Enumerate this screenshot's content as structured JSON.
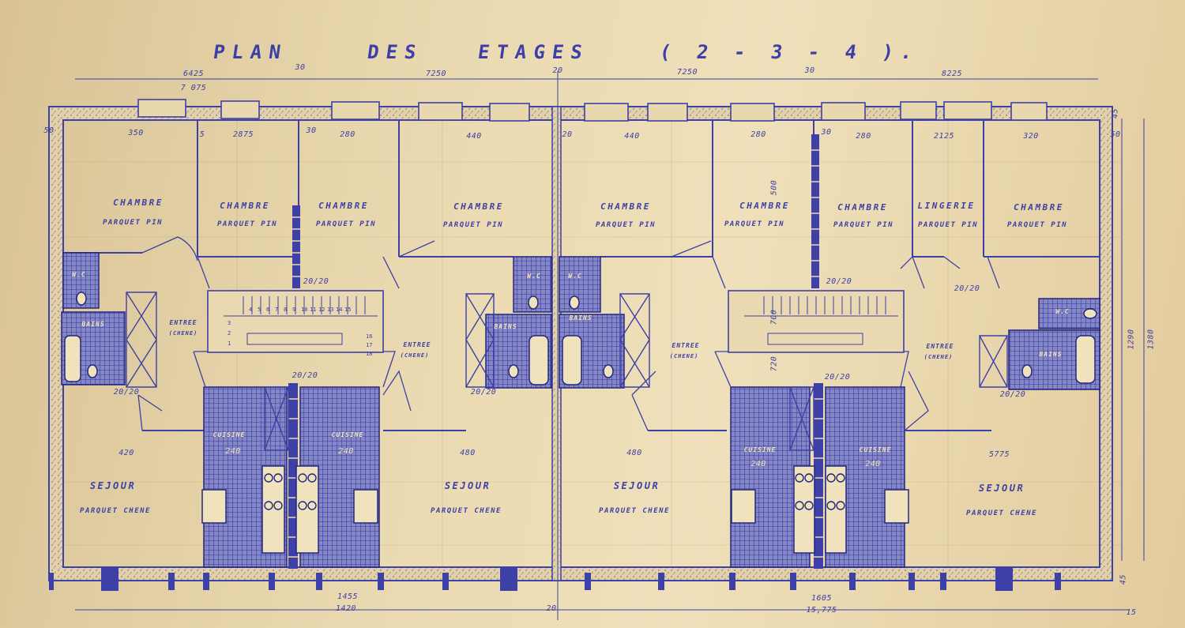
{
  "title": [
    "PLAN",
    "DES",
    "ETAGES",
    "( 2 - 3 - 4 )."
  ],
  "rooms": {
    "chambre": "CHAMBRE",
    "lingerie": "LINGERIE",
    "sejour": "SEJOUR",
    "cuisine": "CUISINE",
    "entree": "ENTREE",
    "bains": "BAINS",
    "wc": "W.C",
    "parquet_pin": "PARQUET PIN",
    "parquet_chene": "PARQUET CHENE",
    "chene": "(CHENE)"
  },
  "dims_top": {
    "d6425": "6425",
    "d7075": "7 075",
    "d30a": "30",
    "d7250a": "7250",
    "d20top": "20",
    "d7250b": "7250",
    "d30b": "30",
    "d8225": "8225"
  },
  "dims_room": {
    "r350": "350",
    "r2875": "2875",
    "r30a": "30",
    "r280a": "280",
    "r440a": "440",
    "r20": "20",
    "r440b": "440",
    "r280b": "280",
    "r30b": "30",
    "r280c": "280",
    "r2125": "2125",
    "r320": "320",
    "r50a": "50",
    "r50b": "50",
    "r5": "5",
    "r500": "500",
    "r700": "700",
    "r720": "720"
  },
  "dims_lower": {
    "k240a": "240",
    "k240b": "240",
    "k240c": "240",
    "k240d": "240",
    "s420": "420",
    "s480a": "480",
    "s480b": "480",
    "s5775": "5775",
    "b20a": "20/20",
    "b20b": "20/20",
    "b20c": "20/20",
    "b20d": "20/20",
    "b20e": "20/20",
    "b20f": "20/20",
    "b20g": "20/20",
    "b20h": "20/20"
  },
  "dims_bottom": {
    "d1455": "1455",
    "d1420": "1420",
    "d1605": "1605",
    "d15775": "15,775",
    "d20bot": "20",
    "d15": "15",
    "d45a": "45",
    "d45b": "45",
    "d1290": "1290",
    "d1380": "1380"
  },
  "stair_numbers": [
    "1",
    "2",
    "3",
    "4",
    "5",
    "6",
    "7",
    "8",
    "9",
    "10",
    "11",
    "12",
    "13",
    "14",
    "15",
    "16",
    "17",
    "18"
  ],
  "colors": {
    "paper": "#e9d6a8",
    "ink": "#3d40a6",
    "ink_dark": "#23267f",
    "tile": "#6a6cb8",
    "wall_fill": "#e1cfa2"
  }
}
